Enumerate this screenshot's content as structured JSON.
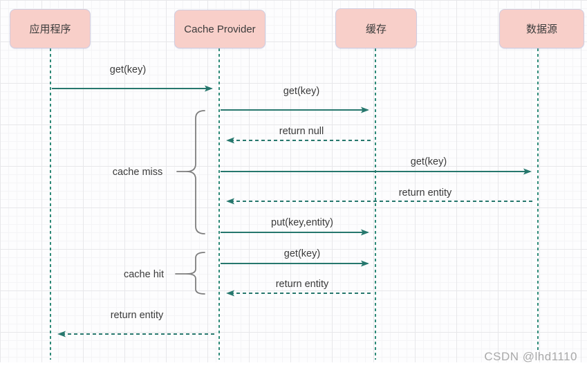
{
  "diagram": {
    "type": "uml-sequence",
    "actors": [
      {
        "id": "application",
        "label": "应用程序"
      },
      {
        "id": "cache-provider",
        "label": "Cache Provider"
      },
      {
        "id": "cache",
        "label": "缓存"
      },
      {
        "id": "data-source",
        "label": "数据源"
      }
    ],
    "messages": [
      {
        "label": "get(key)",
        "from": "应用程序",
        "to": "Cache Provider",
        "line": "solid"
      },
      {
        "label": "get(key)",
        "from": "Cache Provider",
        "to": "缓存",
        "line": "solid"
      },
      {
        "label": "return null",
        "from": "缓存",
        "to": "Cache Provider",
        "line": "dashed"
      },
      {
        "label": "get(key)",
        "from": "Cache Provider",
        "to": "数据源",
        "line": "solid"
      },
      {
        "label": "return entity",
        "from": "数据源",
        "to": "Cache Provider",
        "line": "dashed"
      },
      {
        "label": "put(key,entity)",
        "from": "Cache Provider",
        "to": "缓存",
        "line": "solid"
      },
      {
        "label": "get(key)",
        "from": "Cache Provider",
        "to": "缓存",
        "line": "solid"
      },
      {
        "label": "return entity",
        "from": "缓存",
        "to": "Cache Provider",
        "line": "dashed"
      },
      {
        "label": "return entity",
        "from": "Cache Provider",
        "to": "应用程序",
        "line": "dashed"
      }
    ],
    "annotations": [
      {
        "label": "cache miss",
        "covers": "messages 2-6"
      },
      {
        "label": "cache hit",
        "covers": "messages 7-8"
      }
    ]
  },
  "watermark": "CSDN @lhd1110",
  "colors": {
    "actor_fill": "#f8cfc9",
    "actor_border": "#cfcce0",
    "arrow": "#26776d",
    "lifeline": "#2e8a78",
    "text": "#3a3a3a",
    "brace": "#7d7d7d",
    "watermark": "#a9a9a9"
  }
}
